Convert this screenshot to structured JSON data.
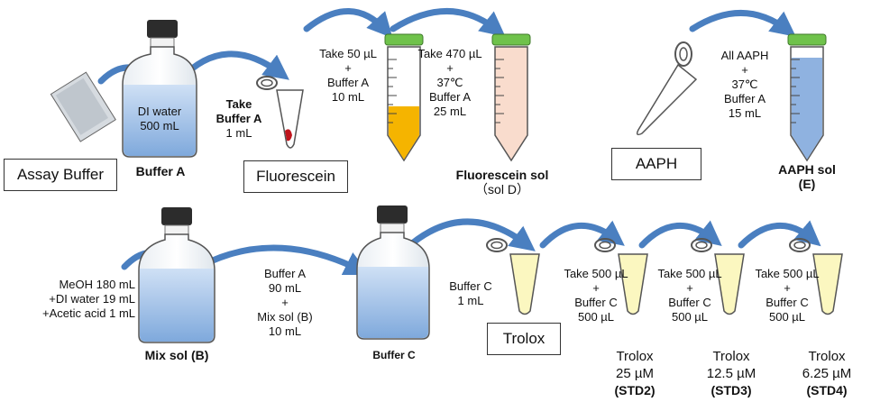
{
  "colors": {
    "arrow": "#4a7fc0",
    "bottle_liquid": "#a9c8ec",
    "cap_green": "#6fc24b",
    "fluorescein_tube": "#f5b400",
    "fluorescein_sol": "#f9dccd",
    "aaph_tube": "#8fb2e0",
    "trolox": "#fbf7c0"
  },
  "top": {
    "assay_buffer_box": "Assay Buffer",
    "bottle_a_line1": "DI water",
    "bottle_a_line2": "500 mL",
    "bottle_a_label": "Buffer A",
    "take_buffer_line1": "Take",
    "take_buffer_line2": "Buffer A",
    "take_buffer_line3": "1 mL",
    "fluorescein_box": "Fluorescein",
    "step1": [
      "Take 50 µL",
      "+",
      "Buffer A",
      "10 mL"
    ],
    "step2": [
      "Take 470 µL",
      "+",
      "37℃",
      "Buffer A",
      "25 mL"
    ],
    "fluor_sol_label1": "Fluorescein sol",
    "fluor_sol_label2": "（sol D）",
    "aaph_box": "AAPH",
    "aaph_step": [
      "All AAPH",
      "+",
      "37℃",
      "Buffer A",
      "15 mL"
    ],
    "aaph_sol_label1": "AAPH sol",
    "aaph_sol_label2": "(E)"
  },
  "bottom": {
    "mix_recipe": [
      "MeOH 180 mL",
      "+DI water 19 mL",
      "+Acetic acid 1 mL"
    ],
    "mix_label": "Mix sol (B)",
    "buffer_c_recipe": [
      "Buffer A",
      "90 mL",
      "+",
      "Mix sol (B)",
      "10 mL"
    ],
    "buffer_c_label": "Buffer C",
    "trolox_step": [
      "Buffer C",
      "1 mL"
    ],
    "trolox_box": "Trolox",
    "dilution_steps": [
      [
        "Take 500 µL",
        "+",
        "Buffer C",
        "500 µL"
      ],
      [
        "Take 500 µL",
        "+",
        "Buffer C",
        "500 µL"
      ],
      [
        "Take 500 µL",
        "+",
        "Buffer C",
        "500 µL"
      ]
    ],
    "standards": [
      {
        "name": "Trolox",
        "conc": "25 µM",
        "id": "(STD2)"
      },
      {
        "name": "Trolox",
        "conc": "12.5 µM",
        "id": "(STD3)"
      },
      {
        "name": "Trolox",
        "conc": "6.25 µM",
        "id": "(STD4)"
      }
    ]
  }
}
